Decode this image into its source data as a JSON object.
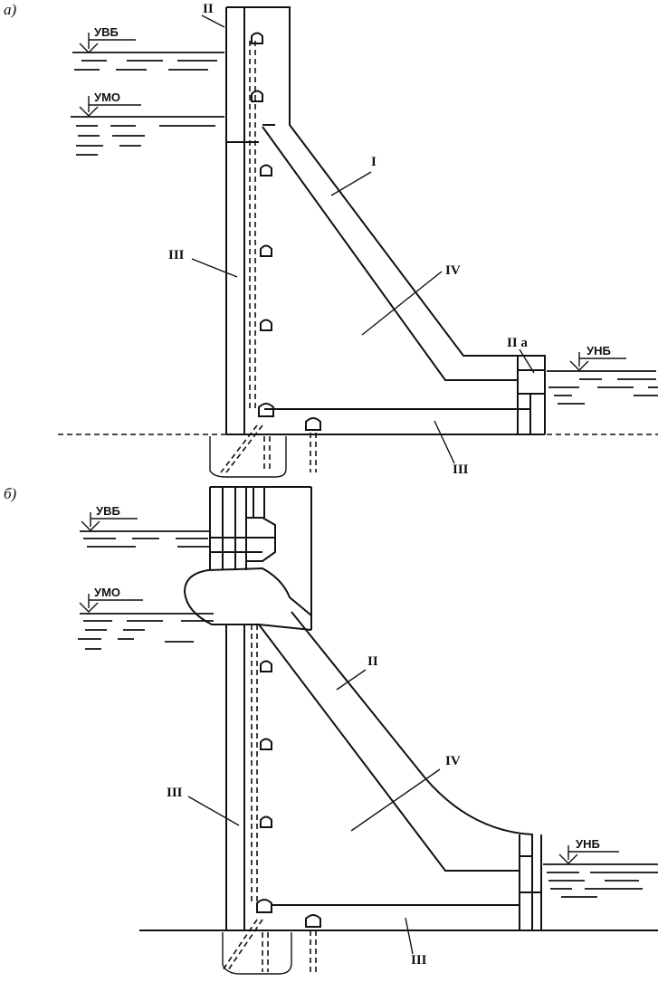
{
  "figure_a": {
    "caption": "а)",
    "levels": {
      "upstream": "УВБ",
      "dead": "УМО",
      "downstream": "УНБ"
    },
    "zones": {
      "z1": "I",
      "z2": "II",
      "z2a": "II а",
      "z3_left": "III",
      "z3_bottom": "III",
      "z4": "IV"
    }
  },
  "figure_b": {
    "caption": "б)",
    "levels": {
      "upstream": "УВБ",
      "dead": "УМО",
      "downstream": "УНБ"
    },
    "zones": {
      "z2": "II",
      "z3_left": "III",
      "z3_bottom": "III",
      "z4": "IV"
    }
  }
}
